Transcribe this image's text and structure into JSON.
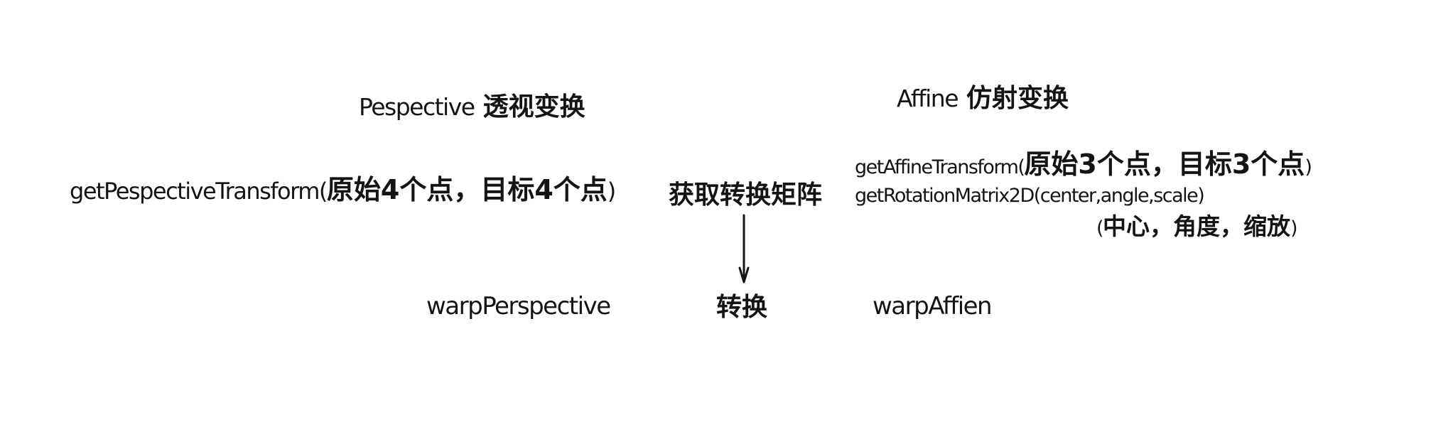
{
  "colors": {
    "background": "#ffffff",
    "ink": "#141414"
  },
  "perspective": {
    "title_en": "Pespective",
    "title_zh": "透视变换",
    "get_fn_prefix": "getPespectiveTransform(",
    "get_fn_args_zh": "原始4个点，目标4个点",
    "get_fn_suffix": ")",
    "warp_fn": "warpPerspective"
  },
  "affine": {
    "title_en": "Affine",
    "title_zh": "仿射变换",
    "get_fn_prefix": "getAffineTransform(",
    "get_fn_args_zh": "原始3个点，目标3个点",
    "get_fn_suffix": ")",
    "rotation_fn": "getRotationMatrix2D(center,angle,scale)",
    "rotation_args_prefix": "(",
    "rotation_args_zh": "中心，角度，缩放",
    "rotation_args_suffix": ")",
    "warp_fn": "warpAffien"
  },
  "flow": {
    "get_matrix_label": "获取转换矩阵",
    "transform_label": "转换",
    "arrow_icon": "down-arrow"
  }
}
